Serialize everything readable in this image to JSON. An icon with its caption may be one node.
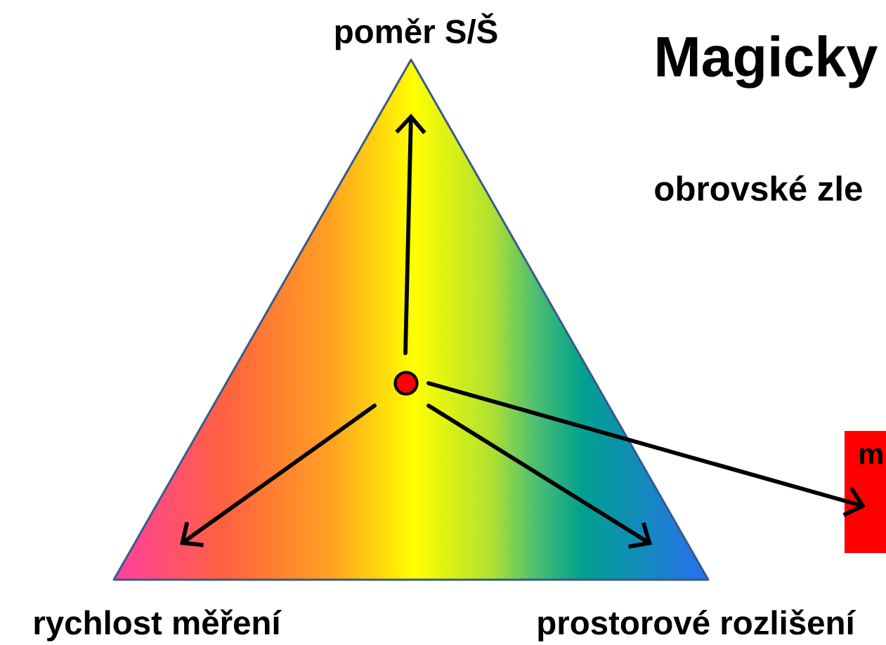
{
  "diagram": {
    "title": "Magicky",
    "nodes": [
      {
        "text": [],
        "shape": "triangle"
      },
      {
        "text": [],
        "shape": "circle",
        "in": 0
      },
      {
        "text": [
          "poměr S/Š"
        ]
      },
      {
        "text": [
          "rychlost měření"
        ]
      },
      {
        "text": [
          "prostorové rozlišení"
        ]
      },
      {
        "text": [
          "m"
        ]
      }
    ],
    "edges": [
      {
        "from": 1,
        "to": 2,
        "arrow": "to"
      },
      {
        "from": 1,
        "to": 3,
        "arrow": "to"
      },
      {
        "from": 1,
        "to": 4,
        "arrow": "to"
      },
      {
        "from": 1,
        "to": 5,
        "arrow": "to"
      }
    ],
    "labels": [
      "obrovské zle"
    ]
  }
}
